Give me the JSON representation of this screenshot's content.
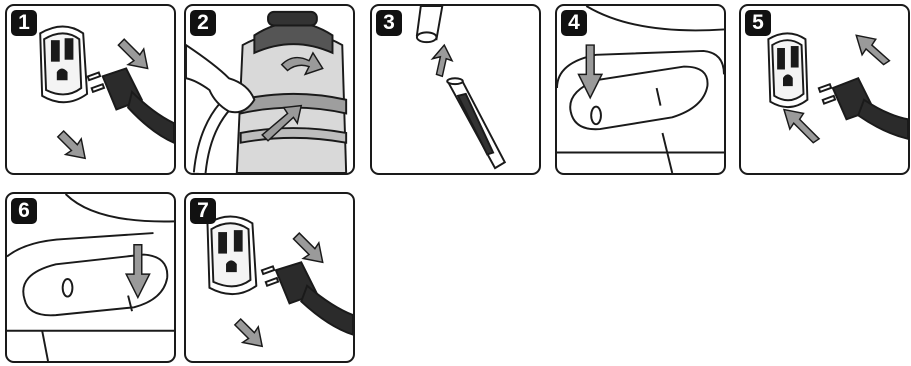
{
  "steps": [
    {
      "number": "1",
      "subject": "outlet-and-plug"
    },
    {
      "number": "2",
      "subject": "hose-attach-vacuum"
    },
    {
      "number": "3",
      "subject": "extension-wand"
    },
    {
      "number": "4",
      "subject": "switch-on"
    },
    {
      "number": "5",
      "subject": "outlet-and-plug"
    },
    {
      "number": "6",
      "subject": "switch-off"
    },
    {
      "number": "7",
      "subject": "outlet-and-plug"
    }
  ],
  "colors": {
    "outline": "#1a1a1a",
    "arrow_fill": "#9a9a9a",
    "badge": "#111111",
    "plug_dark": "#222222",
    "vacuum_gray": "#bdbdbd"
  }
}
